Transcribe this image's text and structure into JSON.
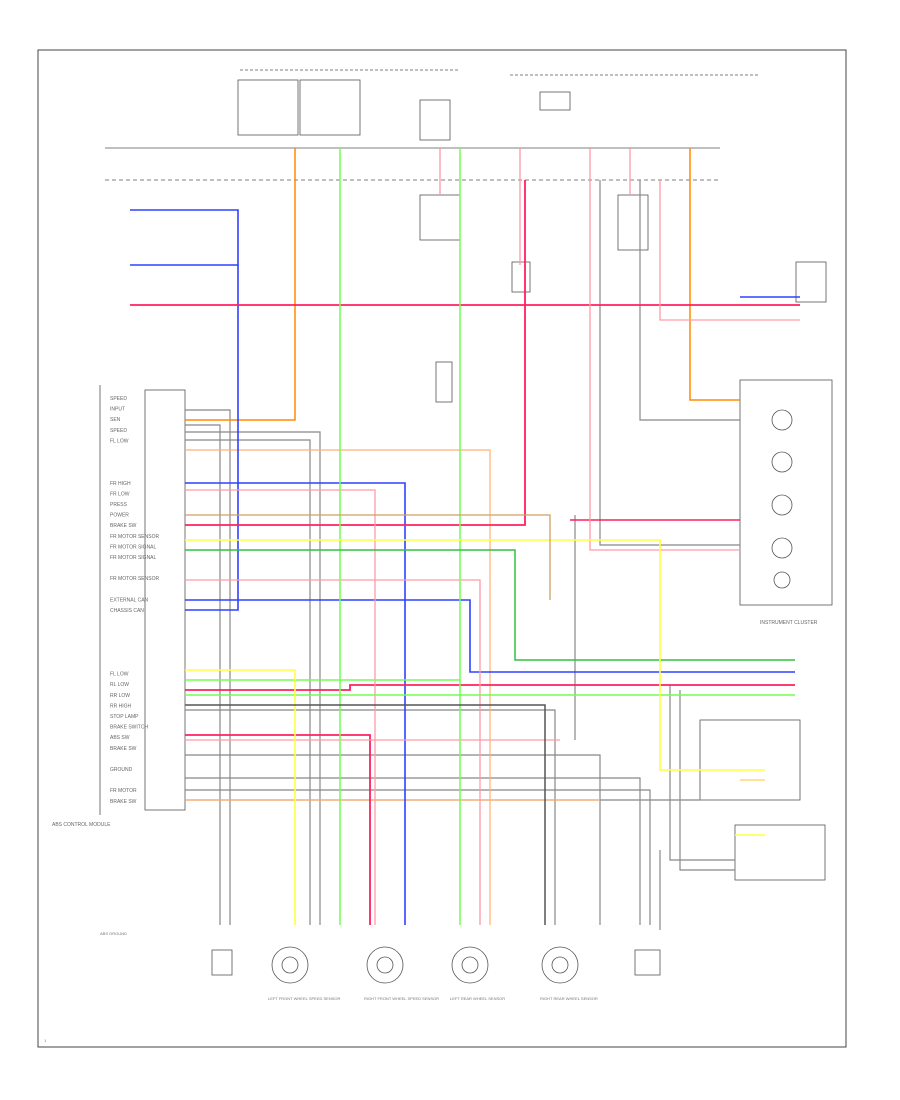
{
  "diagram": {
    "left_pin_labels": [
      "SPEED",
      "INPUT",
      "SEN",
      "SPEED",
      "FL LOW",
      "",
      "",
      "",
      "FR HIGH",
      "FR LOW",
      "PRESS",
      "POWER",
      "BRAKE SW",
      "FR MOTOR SENSOR",
      "FR MOTOR SIGNAL",
      "FR MOTOR SIGNAL",
      "",
      "FR MOTOR SENSOR",
      "",
      "EXTERNAL CAN",
      "CHASSIS CAN",
      "",
      "",
      "",
      "",
      "",
      "FL LOW",
      "RL LOW",
      "RR LOW",
      "RR HIGH",
      "STOP LAMP",
      "BRAKE SWITCH",
      "ABS SW",
      "BRAKE SW",
      "",
      "GROUND",
      "",
      "FR MOTOR",
      "BRAKE SW"
    ],
    "left_module_label": "ABS CONTROL MODULE",
    "instrument_cluster_label": "INSTRUMENT CLUSTER",
    "bottom_sensors": [
      {
        "label": "LEFT FRONT WHEEL SPEED SENSOR"
      },
      {
        "label": "RIGHT FRONT WHEEL SPEED SENSOR"
      },
      {
        "label": "LEFT REAR WHEEL SENSOR"
      },
      {
        "label": "RIGHT REAR WHEEL SENSOR"
      }
    ],
    "bottom_left_note": "ABS GROUND",
    "page_number": "1"
  }
}
